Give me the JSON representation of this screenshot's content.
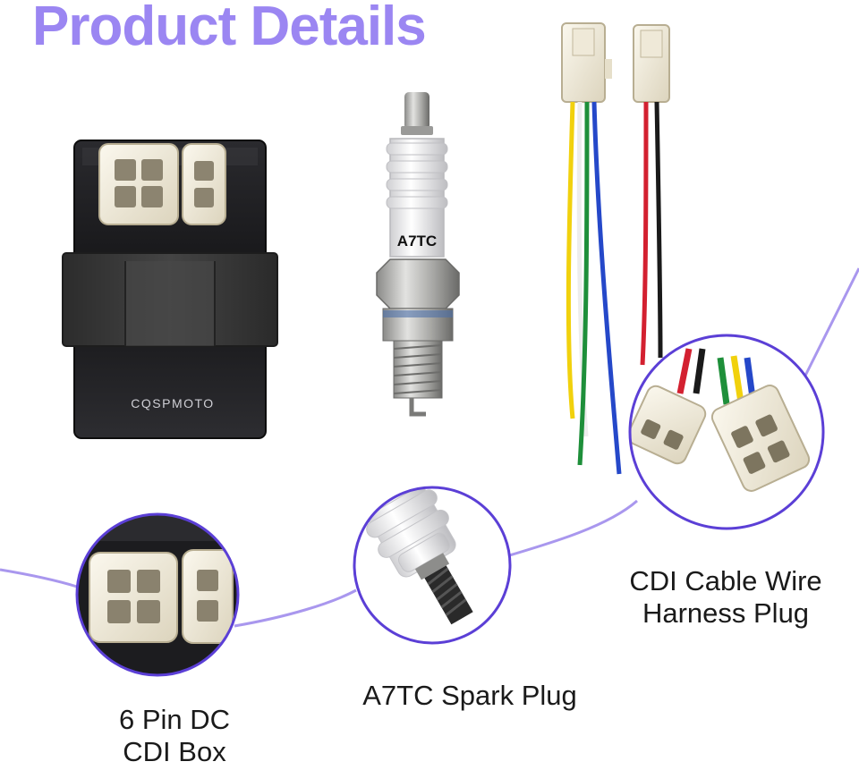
{
  "title": "Product Details",
  "product_brand": "CQSPMOTO",
  "spark_plug_marking": "A7TC",
  "labels": {
    "cdi_box_line1": "6 Pin DC",
    "cdi_box_line2": "CDI Box",
    "spark_plug": "A7TC Spark Plug",
    "harness_line1": "CDI Cable Wire",
    "harness_line2": "Harness Plug"
  },
  "colors": {
    "accent": "#9b86f2",
    "circle_border": "#5b3fd6",
    "cdi_body": "#1b1b1e",
    "connector": "#ece6d4",
    "wire_red": "#d32030",
    "wire_black": "#1a1a1a",
    "wire_yellow": "#f1d10d",
    "wire_green": "#1e8f3a",
    "wire_blue": "#2548c9",
    "wire_white": "#f7f7f7"
  },
  "icons": [
    "cdi-box-image",
    "spark-plug-image",
    "wire-harness-image",
    "zoom-circle"
  ]
}
